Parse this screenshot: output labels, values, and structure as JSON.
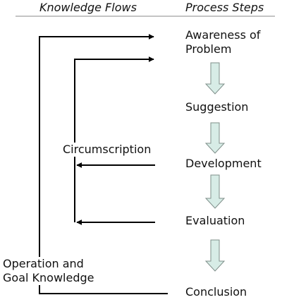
{
  "headers": {
    "left": "Knowledge Flows",
    "right": "Process Steps"
  },
  "steps": [
    "Awareness of\nProblem",
    "Suggestion",
    "Development",
    "Evaluation",
    "Conclusion"
  ],
  "flows": {
    "circumscription": "Circumscription",
    "operation": "Operation and\nGoal Knowledge"
  },
  "colors": {
    "line": "#000000",
    "step_arrow_fill": "#d7ece6",
    "step_arrow_stroke": "#7f8f8a"
  }
}
